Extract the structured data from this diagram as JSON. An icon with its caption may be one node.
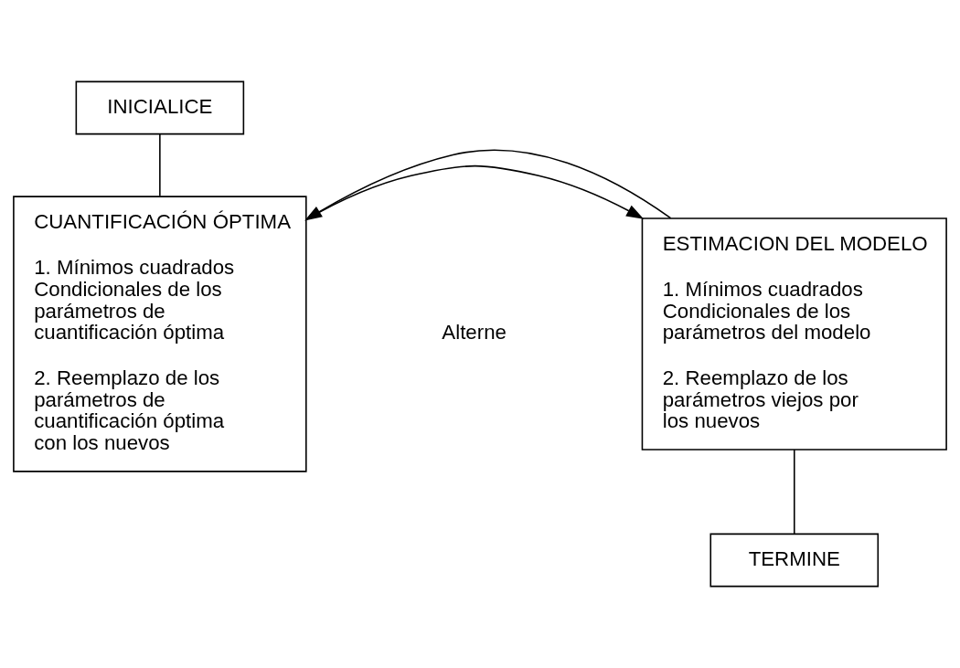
{
  "diagram": {
    "nodes": [
      {
        "text": [
          "INICIALICE"
        ]
      },
      {
        "text": [
          "CUANTIFICACIÓN ÓPTIMA",
          "1. Mínimos cuadrados Condicionales de los parámetros de cuantificación óptima",
          "2. Reemplazo de los parámetros de cuantificación óptima con los nuevos"
        ]
      },
      {
        "text": [
          "ESTIMACION DEL MODELO",
          "1. Mínimos cuadrados Condicionales de los parámetros del modelo",
          "2. Reemplazo de los parámetros viejos por los nuevos"
        ]
      },
      {
        "text": [
          "TERMINE"
        ]
      }
    ],
    "edges": [
      {
        "from": 0,
        "to": 1,
        "arrow": "none"
      },
      {
        "from": 1,
        "to": 2,
        "arrow": "to"
      },
      {
        "from": 2,
        "to": 1,
        "arrow": "to"
      },
      {
        "from": 2,
        "to": 3,
        "arrow": "none"
      }
    ],
    "labels": [
      "Alterne"
    ]
  }
}
